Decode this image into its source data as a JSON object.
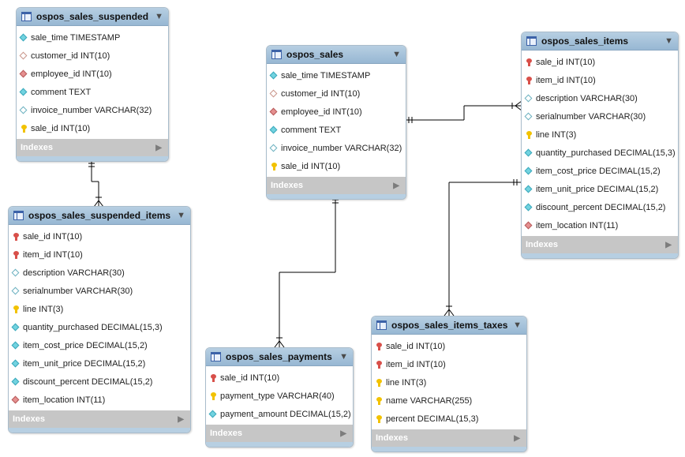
{
  "tables": [
    {
      "id": "ospos_sales_suspended",
      "name": "ospos_sales_suspended",
      "indexes_label": "Indexes",
      "columns": [
        {
          "icon": "attr",
          "text": "sale_time TIMESTAMP"
        },
        {
          "icon": "fknull",
          "text": "customer_id INT(10)"
        },
        {
          "icon": "fk",
          "text": "employee_id INT(10)"
        },
        {
          "icon": "attr",
          "text": "comment TEXT"
        },
        {
          "icon": "nn",
          "text": "invoice_number VARCHAR(32)"
        },
        {
          "icon": "pk",
          "text": "sale_id INT(10)"
        }
      ]
    },
    {
      "id": "ospos_sales_suspended_items",
      "name": "ospos_sales_suspended_items",
      "indexes_label": "Indexes",
      "columns": [
        {
          "icon": "pkfk",
          "text": "sale_id INT(10)"
        },
        {
          "icon": "pkfk",
          "text": "item_id INT(10)"
        },
        {
          "icon": "nn",
          "text": "description VARCHAR(30)"
        },
        {
          "icon": "nn",
          "text": "serialnumber VARCHAR(30)"
        },
        {
          "icon": "pk",
          "text": "line INT(3)"
        },
        {
          "icon": "attr",
          "text": "quantity_purchased DECIMAL(15,3)"
        },
        {
          "icon": "attr",
          "text": "item_cost_price DECIMAL(15,2)"
        },
        {
          "icon": "attr",
          "text": "item_unit_price DECIMAL(15,2)"
        },
        {
          "icon": "attr",
          "text": "discount_percent DECIMAL(15,2)"
        },
        {
          "icon": "fk",
          "text": "item_location INT(11)"
        }
      ]
    },
    {
      "id": "ospos_sales",
      "name": "ospos_sales",
      "indexes_label": "Indexes",
      "columns": [
        {
          "icon": "attr",
          "text": "sale_time TIMESTAMP"
        },
        {
          "icon": "fknull",
          "text": "customer_id INT(10)"
        },
        {
          "icon": "fk",
          "text": "employee_id INT(10)"
        },
        {
          "icon": "attr",
          "text": "comment TEXT"
        },
        {
          "icon": "nn",
          "text": "invoice_number VARCHAR(32)"
        },
        {
          "icon": "pk",
          "text": "sale_id INT(10)"
        }
      ]
    },
    {
      "id": "ospos_sales_items",
      "name": "ospos_sales_items",
      "indexes_label": "Indexes",
      "columns": [
        {
          "icon": "pkfk",
          "text": "sale_id INT(10)"
        },
        {
          "icon": "pkfk",
          "text": "item_id INT(10)"
        },
        {
          "icon": "nn",
          "text": "description VARCHAR(30)"
        },
        {
          "icon": "nn",
          "text": "serialnumber VARCHAR(30)"
        },
        {
          "icon": "pk",
          "text": "line INT(3)"
        },
        {
          "icon": "attr",
          "text": "quantity_purchased DECIMAL(15,3)"
        },
        {
          "icon": "attr",
          "text": "item_cost_price DECIMAL(15,2)"
        },
        {
          "icon": "attr",
          "text": "item_unit_price DECIMAL(15,2)"
        },
        {
          "icon": "attr",
          "text": "discount_percent DECIMAL(15,2)"
        },
        {
          "icon": "fk",
          "text": "item_location INT(11)"
        }
      ]
    },
    {
      "id": "ospos_sales_payments",
      "name": "ospos_sales_payments",
      "indexes_label": "Indexes",
      "columns": [
        {
          "icon": "pkfk",
          "text": "sale_id INT(10)"
        },
        {
          "icon": "pk",
          "text": "payment_type VARCHAR(40)"
        },
        {
          "icon": "attr",
          "text": "payment_amount DECIMAL(15,2)"
        }
      ]
    },
    {
      "id": "ospos_sales_items_taxes",
      "name": "ospos_sales_items_taxes",
      "indexes_label": "Indexes",
      "columns": [
        {
          "icon": "pkfk",
          "text": "sale_id INT(10)"
        },
        {
          "icon": "pkfk",
          "text": "item_id INT(10)"
        },
        {
          "icon": "pk",
          "text": "line INT(3)"
        },
        {
          "icon": "pk",
          "text": "name VARCHAR(255)"
        },
        {
          "icon": "pk",
          "text": "percent DECIMAL(15,3)"
        }
      ]
    }
  ],
  "relationships": [
    {
      "from": "ospos_sales_suspended",
      "to": "ospos_sales_suspended_items",
      "cardinality": "one-to-many"
    },
    {
      "from": "ospos_sales",
      "to": "ospos_sales_items",
      "cardinality": "one-to-many"
    },
    {
      "from": "ospos_sales",
      "to": "ospos_sales_payments",
      "cardinality": "one-to-many"
    },
    {
      "from": "ospos_sales_items",
      "to": "ospos_sales_items_taxes",
      "cardinality": "one-to-many"
    }
  ],
  "colors": {
    "header": "#a7c4dd",
    "border": "#a9bccb",
    "footer": "#c6c6c6",
    "line": "#000000"
  },
  "icons": {
    "table": "table-icon",
    "attr": "diamond-icon",
    "nn": "hollow-diamond-icon",
    "fk": "red-diamond-icon",
    "pk": "key-icon",
    "pkfk": "red-key-icon",
    "collapse": "triangle-down-icon",
    "expand": "triangle-right-icon"
  }
}
